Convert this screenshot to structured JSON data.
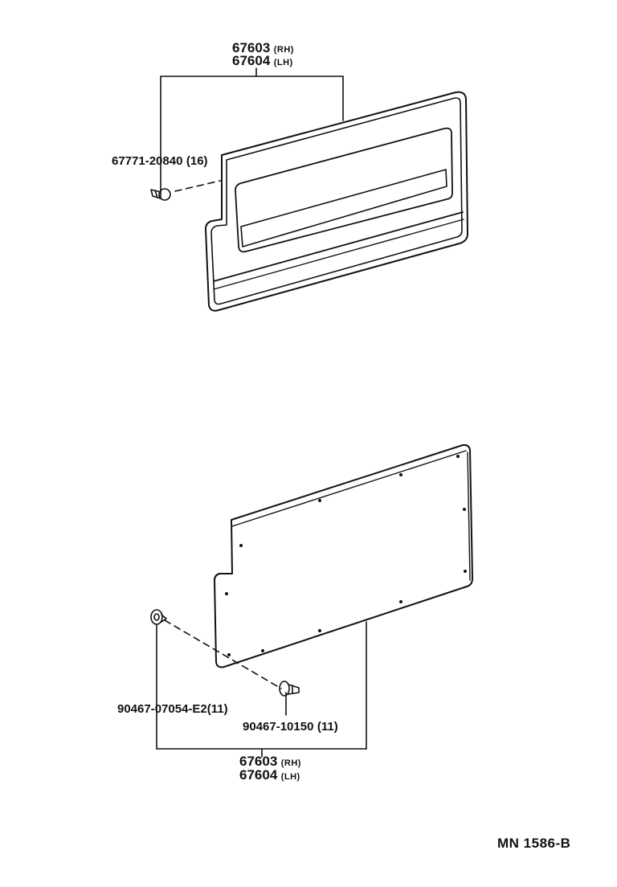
{
  "top_group": {
    "panel_rh": {
      "number": "67603",
      "side": "(RH)"
    },
    "panel_lh": {
      "number": "67604",
      "side": "(LH)"
    },
    "clip": {
      "number": "67771-20840",
      "qty": "(16)"
    }
  },
  "bottom_group": {
    "panel_rh": {
      "number": "67603",
      "side": "(RH)"
    },
    "panel_lh": {
      "number": "67604",
      "side": "(LH)"
    },
    "fastener_a": {
      "number": "90467-07054-E2",
      "qty": "(11)"
    },
    "fastener_b": {
      "number": "90467-10150",
      "qty": "(11)"
    }
  },
  "reference_code": "MN  1586-B"
}
